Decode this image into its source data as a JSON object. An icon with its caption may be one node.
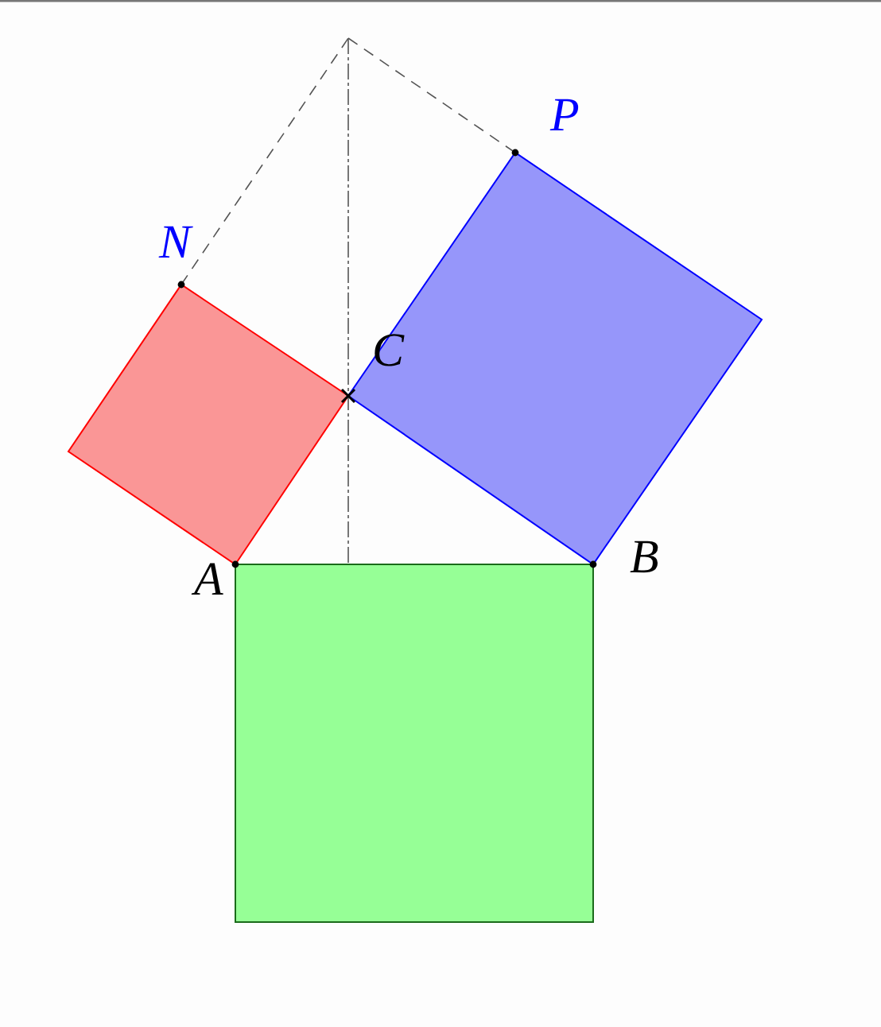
{
  "diagram": {
    "labels": [
      "P",
      "N",
      "C",
      "B",
      "A"
    ]
  }
}
